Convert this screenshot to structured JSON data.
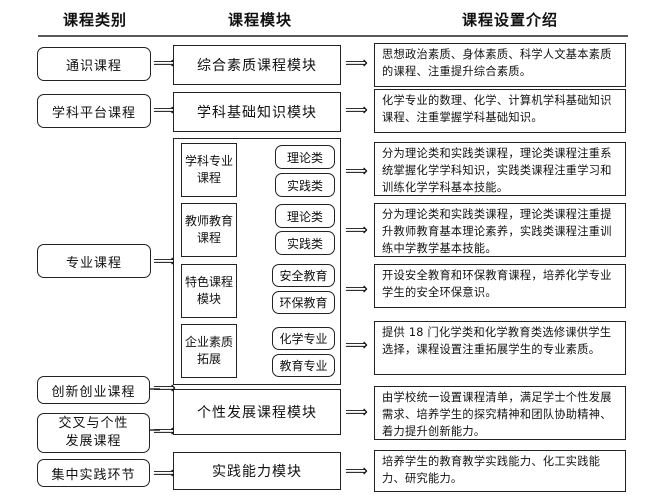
{
  "headers": {
    "category": "课程类别",
    "module": "课程模块",
    "intro": "课程设置介绍"
  },
  "categories": {
    "general": "通识课程",
    "platform": "学科平台课程",
    "major": "专业课程",
    "innovation": "创新创业课程",
    "cross": "交叉与个性发展课程",
    "practice": "集中实践环节"
  },
  "modules": {
    "general": "综合素质课程模块",
    "platform": "学科基础知识模块",
    "personal": "个性发展课程模块",
    "practice": "实践能力模块"
  },
  "major_groups": [
    {
      "name": "学科专业课程",
      "leaves": [
        "理论类",
        "实践类"
      ]
    },
    {
      "name": "教师教育课程",
      "leaves": [
        "理论类",
        "实践类"
      ]
    },
    {
      "name": "特色课程模块",
      "leaves": [
        "安全教育",
        "环保教育"
      ]
    },
    {
      "name": "企业素质拓展",
      "leaves": [
        "化学专业",
        "教育专业"
      ]
    }
  ],
  "descriptions": {
    "general": "思想政治素质、身体素质、科学人文基本素质的课程、注重提升综合素质。",
    "platform": "化学专业的数理、化学、计算机学科基础知识课程、注重掌握学科基础知识。",
    "major_1": "分为理论类和实践类课程，理论类课程注重系统掌握化学学科知识，实践类课程注重学习和训练化学学科基本技能。",
    "major_2": "分为理论类和实践类课程，理论类课程注重提升教师教育基本理论素养，实践类课程注重训练中学教学基本技能。",
    "major_3": "开设安全教育和环保教育课程，培养化学专业学生的安全环保意识。",
    "major_4": "提供 18 门化学类和化学教育类选修课供学生选择，课程设置注重拓展学生的专业素质。",
    "personal": "由学校统一设置课程清单，满足学士个性发展需求、培养学生的探究精神和团队协助精神、着力提升创新能力。",
    "practice": "培养学生的教育教学实践能力、化工实践能力、研究能力。"
  }
}
